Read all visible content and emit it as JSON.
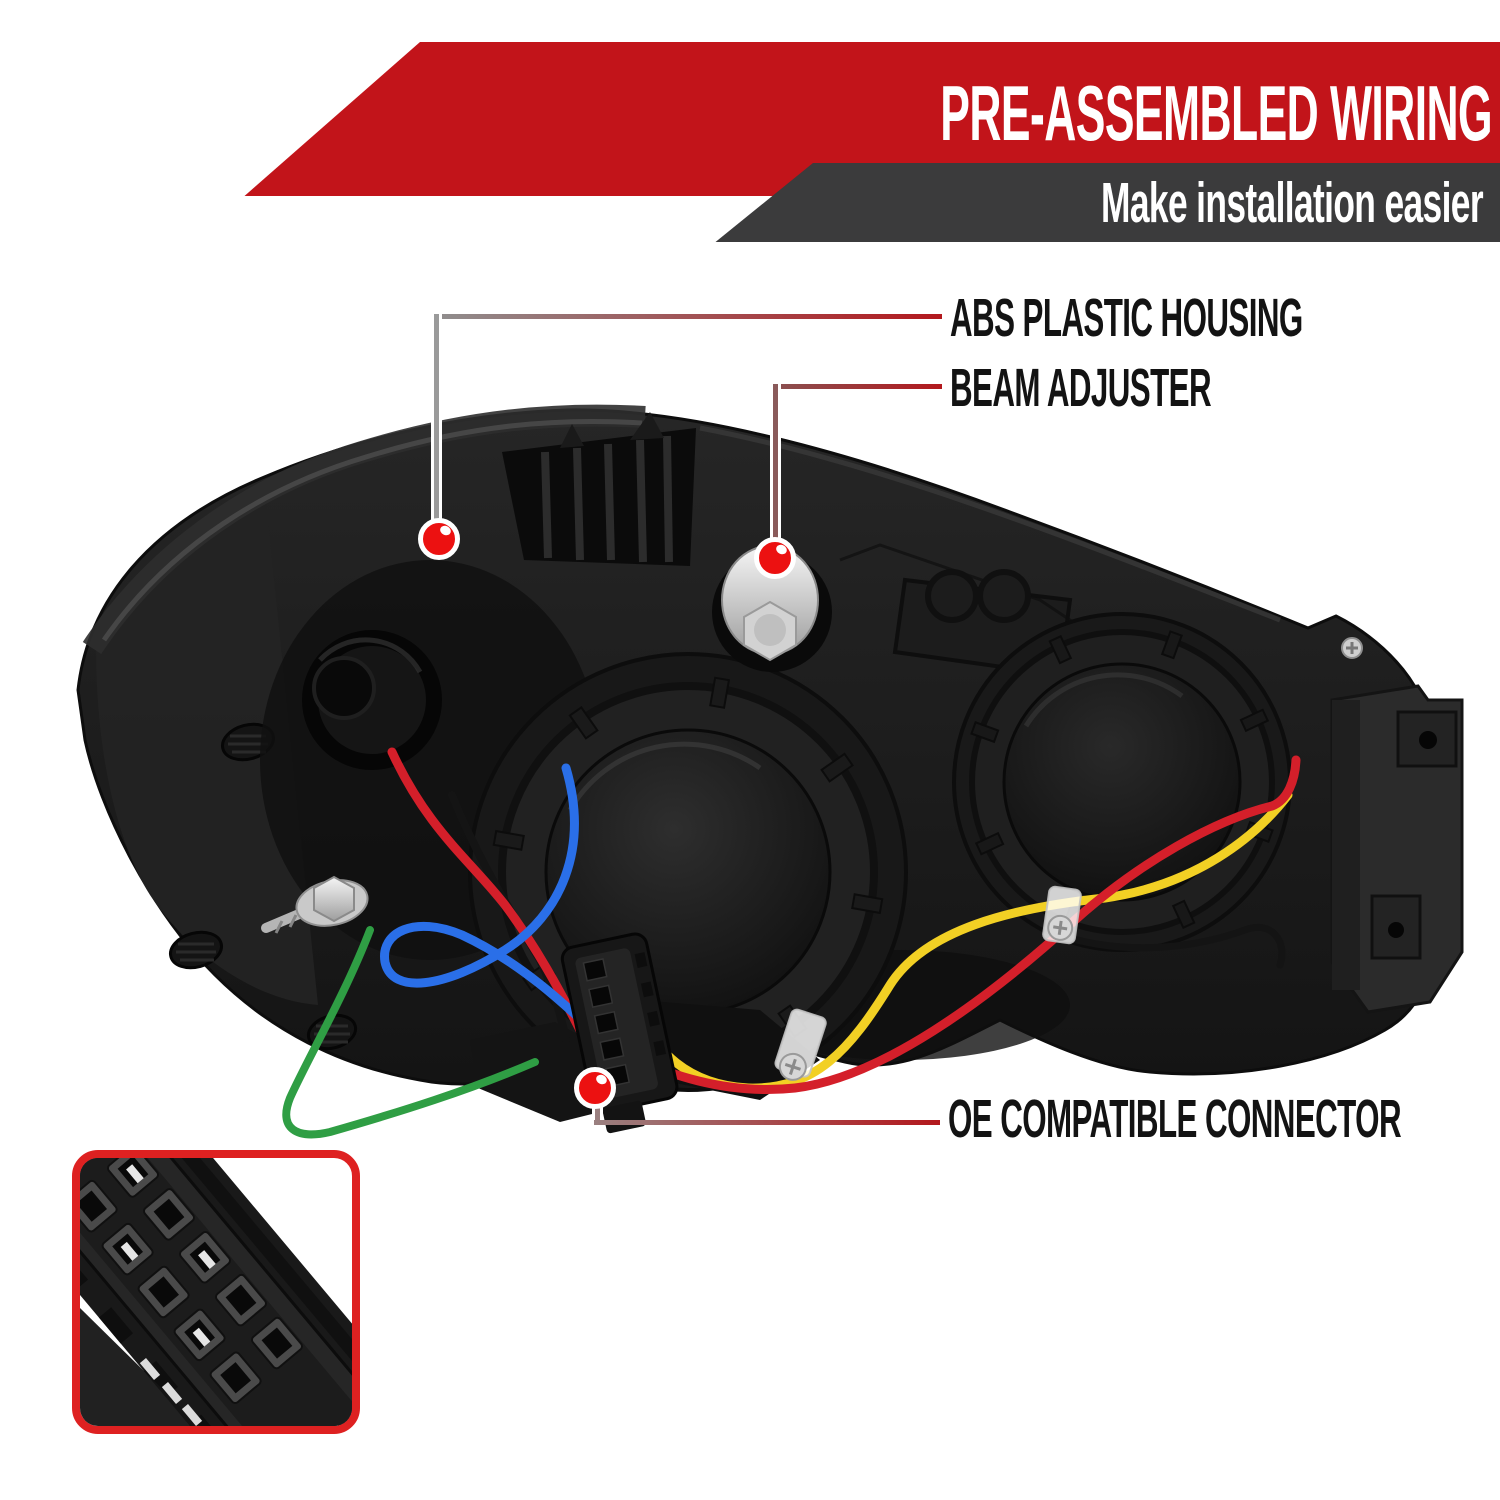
{
  "banner": {
    "title": "PRE-ASSEMBLED WIRING",
    "subtitle": "Make installation easier",
    "red": "#c2141a",
    "dark_gray": "#3b3b3c",
    "text_color": "#ffffff"
  },
  "callouts": {
    "abs": {
      "label": "ABS PLASTIC HOUSING",
      "marker_color": "#ec1111"
    },
    "beam": {
      "label": "BEAM ADJUSTER",
      "marker_color": "#ec1111"
    },
    "oe": {
      "label": "OE COMPATIBLE CONNECTOR",
      "marker_color": "#ec1111"
    }
  },
  "callout_line_colors": {
    "gray": "#8f8f8f",
    "red": "#b3181d"
  },
  "inset": {
    "border_color": "#de2121"
  },
  "photo": {
    "wire_colors": {
      "red": "#d41f2a",
      "blue": "#2a6fe8",
      "green": "#2f9e44",
      "yellow": "#f2d024",
      "black": "#141414"
    }
  }
}
